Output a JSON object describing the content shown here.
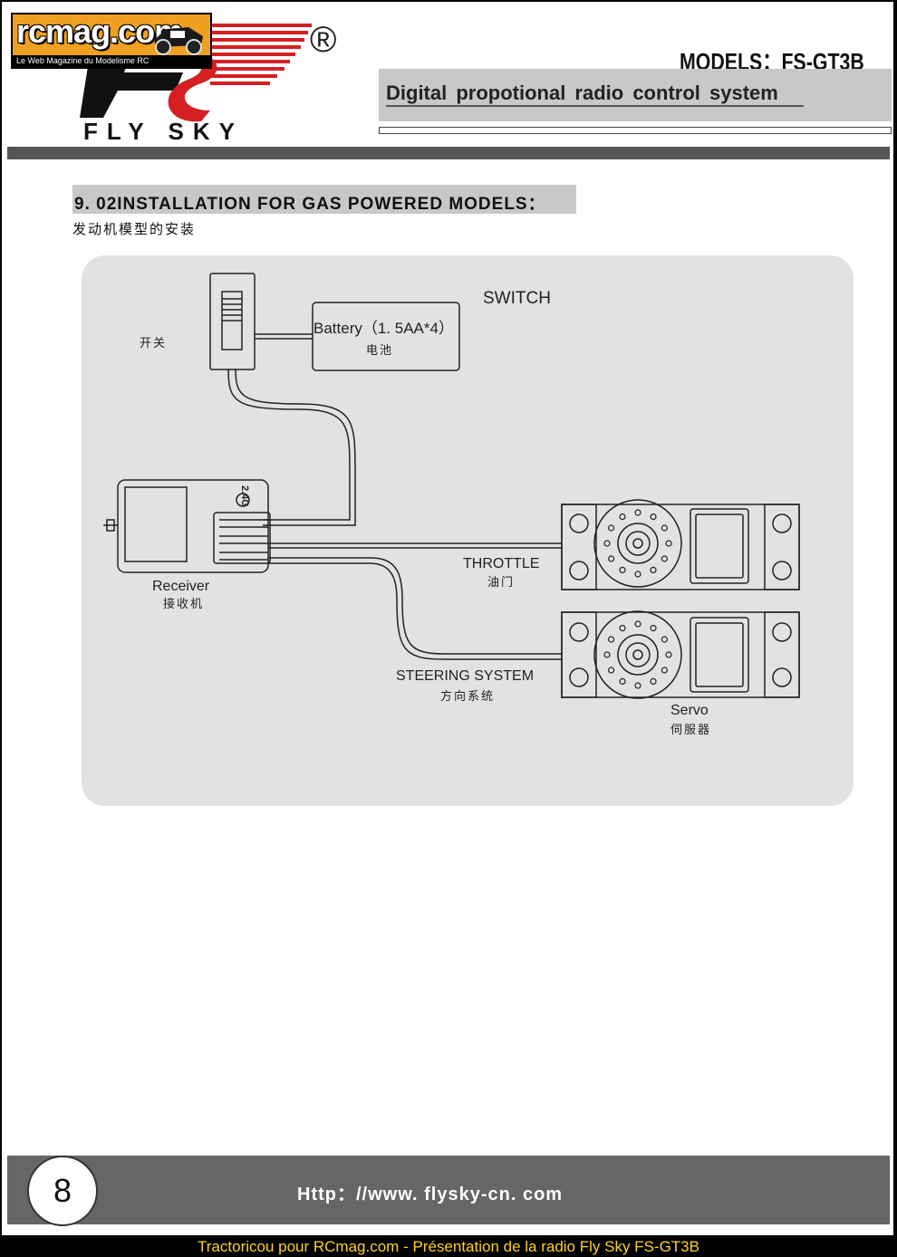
{
  "header": {
    "rcmag_logo": "rcmag.com",
    "rcmag_tagline": "Le Web Magazine du Modelisme RC",
    "brand": "FLY SKY",
    "registered_mark": "®",
    "models": "MODELS：FS-GT3B",
    "subtitle": "Digital propotional radio control system"
  },
  "section": {
    "title": "9. 02INSTALLATION FOR GAS POWERED MODELS：",
    "title_cn": "发动机模型的安装"
  },
  "diagram": {
    "switch_label": "SWITCH",
    "switch_cn": "开关",
    "battery_label": "Battery（1. 5AA*4）",
    "battery_cn": "电池",
    "receiver_label": "Receiver",
    "receiver_cn": "接收机",
    "receiver_model": "2.4G",
    "throttle_label": "THROTTLE",
    "throttle_cn": "油门",
    "steering_label": "STEERING SYSTEM",
    "steering_cn": "方向系统",
    "servo_label": "Servo",
    "servo_cn": "伺服器"
  },
  "footer": {
    "page_number": "8",
    "url": "Http：//www. flysky-cn. com"
  },
  "caption": "Tractoricou pour RCmag.com - Présentation de la radio Fly Sky FS-GT3B",
  "colors": {
    "rcmag_orange": "#f0a020",
    "fs_red": "#d42020",
    "caption_yellow": "#ffd21a",
    "diagram_bg": "#e2e2e2"
  }
}
